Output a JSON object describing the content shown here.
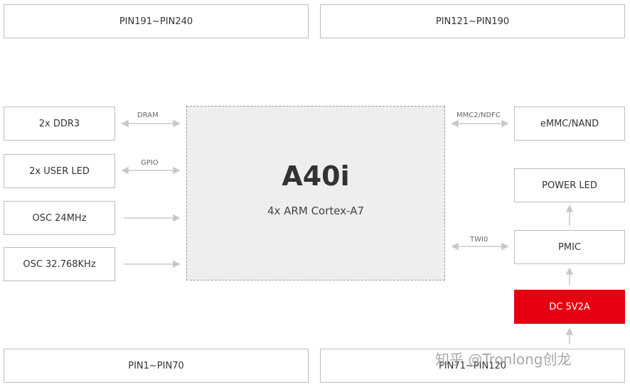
{
  "pins": {
    "top_left": "PIN191~PIN240",
    "top_right": "PIN121~PIN190",
    "bottom_left": "PIN1~PIN70",
    "bottom_right": "PIN71~PIN120"
  },
  "left_blocks": {
    "ddr": "2x DDR3",
    "led": "2x USER LED",
    "osc1": "OSC 24MHz",
    "osc2": "OSC 32.768KHz"
  },
  "cpu": {
    "name": "A40i",
    "desc": "4x ARM Cortex-A7"
  },
  "right_blocks": {
    "emmc": "eMMC/NAND",
    "power_led": "POWER LED",
    "pmic": "PMIC",
    "dc": "DC 5V2A"
  },
  "bus_labels": {
    "dram": "DRAM",
    "gpio": "GPIO",
    "mmc": "MMC2/NDFC",
    "twi": "TWI0"
  },
  "watermark": "知乎 @Tronlong创龙",
  "colors": {
    "accent_red": "#e60012",
    "border": "#bdbdbd",
    "arrow": "#c8c8c8"
  }
}
